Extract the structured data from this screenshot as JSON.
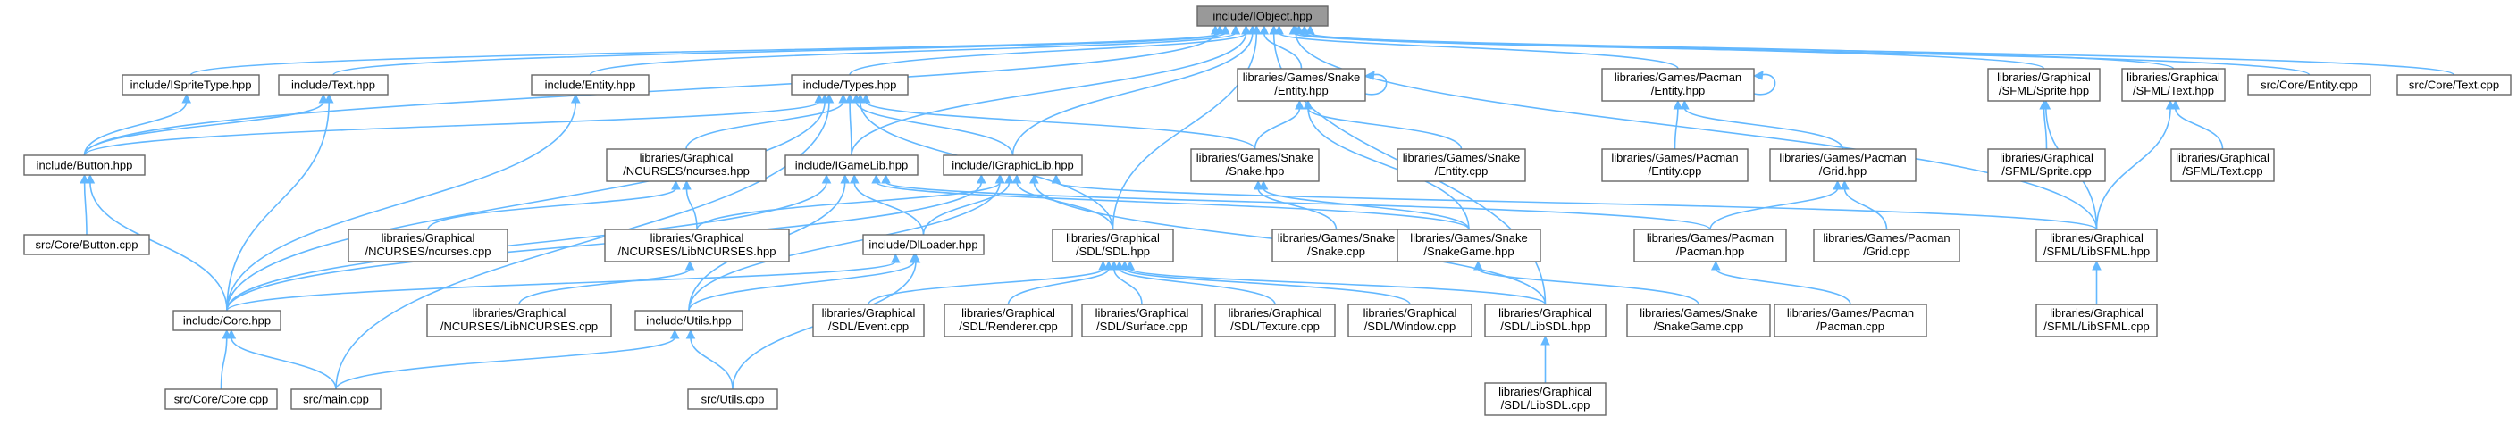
{
  "diagram": {
    "title": "",
    "edge_color": "#63b8ff",
    "node_fill": "#ffffff",
    "root_fill": "#999999",
    "node_border": "#666666",
    "nodes": [
      {
        "id": "iobject",
        "lines": [
          "include/IObject.hpp"
        ],
        "root": true
      },
      {
        "id": "ispritetype",
        "lines": [
          "include/ISpriteType.hpp"
        ]
      },
      {
        "id": "text_hpp",
        "lines": [
          "include/Text.hpp"
        ]
      },
      {
        "id": "entity_hpp",
        "lines": [
          "include/Entity.hpp"
        ]
      },
      {
        "id": "types_hpp",
        "lines": [
          "include/Types.hpp"
        ]
      },
      {
        "id": "snake_entity_hpp",
        "lines": [
          "libraries/Games/Snake",
          "/Entity.hpp"
        ]
      },
      {
        "id": "pacman_entity_hpp",
        "lines": [
          "libraries/Games/Pacman",
          "/Entity.hpp"
        ]
      },
      {
        "id": "sfml_sprite_hpp",
        "lines": [
          "libraries/Graphical",
          "/SFML/Sprite.hpp"
        ]
      },
      {
        "id": "sfml_text_hpp",
        "lines": [
          "libraries/Graphical",
          "/SFML/Text.hpp"
        ]
      },
      {
        "id": "src_entity_cpp",
        "lines": [
          "src/Core/Entity.cpp"
        ]
      },
      {
        "id": "src_text_cpp",
        "lines": [
          "src/Core/Text.cpp"
        ]
      },
      {
        "id": "button_hpp",
        "lines": [
          "include/Button.hpp"
        ]
      },
      {
        "id": "ncurses_hpp",
        "lines": [
          "libraries/Graphical",
          "/NCURSES/ncurses.hpp"
        ]
      },
      {
        "id": "igamelib_hpp",
        "lines": [
          "include/IGameLib.hpp"
        ]
      },
      {
        "id": "igraphiclib_hpp",
        "lines": [
          "include/IGraphicLib.hpp"
        ]
      },
      {
        "id": "snake_snake_hpp",
        "lines": [
          "libraries/Games/Snake",
          "/Snake.hpp"
        ]
      },
      {
        "id": "snake_entity_cpp",
        "lines": [
          "libraries/Games/Snake",
          "/Entity.cpp"
        ]
      },
      {
        "id": "pacman_entity_cpp",
        "lines": [
          "libraries/Games/Pacman",
          "/Entity.cpp"
        ]
      },
      {
        "id": "pacman_grid_hpp",
        "lines": [
          "libraries/Games/Pacman",
          "/Grid.hpp"
        ]
      },
      {
        "id": "sfml_sprite_cpp",
        "lines": [
          "libraries/Graphical",
          "/SFML/Sprite.cpp"
        ]
      },
      {
        "id": "sfml_text_cpp",
        "lines": [
          "libraries/Graphical",
          "/SFML/Text.cpp"
        ]
      },
      {
        "id": "button_cpp",
        "lines": [
          "src/Core/Button.cpp"
        ]
      },
      {
        "id": "ncurses_cpp",
        "lines": [
          "libraries/Graphical",
          "/NCURSES/ncurses.cpp"
        ]
      },
      {
        "id": "libncurses_hpp",
        "lines": [
          "libraries/Graphical",
          "/NCURSES/LibNCURSES.hpp"
        ]
      },
      {
        "id": "dlloader_hpp",
        "lines": [
          "include/DlLoader.hpp"
        ]
      },
      {
        "id": "sdl_hpp",
        "lines": [
          "libraries/Graphical",
          "/SDL/SDL.hpp"
        ]
      },
      {
        "id": "snake_snake_cpp",
        "lines": [
          "libraries/Games/Snake",
          "/Snake.cpp"
        ]
      },
      {
        "id": "snakegame_hpp",
        "lines": [
          "libraries/Games/Snake",
          "/SnakeGame.hpp"
        ]
      },
      {
        "id": "pacman_hpp",
        "lines": [
          "libraries/Games/Pacman",
          "/Pacman.hpp"
        ]
      },
      {
        "id": "grid_cpp",
        "lines": [
          "libraries/Games/Pacman",
          "/Grid.cpp"
        ]
      },
      {
        "id": "libsfml_hpp",
        "lines": [
          "libraries/Graphical",
          "/SFML/LibSFML.hpp"
        ]
      },
      {
        "id": "core_hpp",
        "lines": [
          "include/Core.hpp"
        ]
      },
      {
        "id": "libncurses_cpp",
        "lines": [
          "libraries/Graphical",
          "/NCURSES/LibNCURSES.cpp"
        ]
      },
      {
        "id": "utils_hpp",
        "lines": [
          "include/Utils.hpp"
        ]
      },
      {
        "id": "sdl_event_cpp",
        "lines": [
          "libraries/Graphical",
          "/SDL/Event.cpp"
        ]
      },
      {
        "id": "sdl_renderer_cpp",
        "lines": [
          "libraries/Graphical",
          "/SDL/Renderer.cpp"
        ]
      },
      {
        "id": "sdl_surface_cpp",
        "lines": [
          "libraries/Graphical",
          "/SDL/Surface.cpp"
        ]
      },
      {
        "id": "sdl_texture_cpp",
        "lines": [
          "libraries/Graphical",
          "/SDL/Texture.cpp"
        ]
      },
      {
        "id": "sdl_window_cpp",
        "lines": [
          "libraries/Graphical",
          "/SDL/Window.cpp"
        ]
      },
      {
        "id": "libsdl_hpp",
        "lines": [
          "libraries/Graphical",
          "/SDL/LibSDL.hpp"
        ]
      },
      {
        "id": "snakegame_cpp",
        "lines": [
          "libraries/Games/Snake",
          "/SnakeGame.cpp"
        ]
      },
      {
        "id": "pacman_cpp",
        "lines": [
          "libraries/Games/Pacman",
          "/Pacman.cpp"
        ]
      },
      {
        "id": "libsfml_cpp",
        "lines": [
          "libraries/Graphical",
          "/SFML/LibSFML.cpp"
        ]
      },
      {
        "id": "core_cpp",
        "lines": [
          "src/Core/Core.cpp"
        ]
      },
      {
        "id": "main_cpp",
        "lines": [
          "src/main.cpp"
        ]
      },
      {
        "id": "utils_cpp",
        "lines": [
          "src/Utils.cpp"
        ]
      },
      {
        "id": "libsdl_cpp",
        "lines": [
          "libraries/Graphical",
          "/SDL/LibSDL.cpp"
        ]
      }
    ],
    "edges": [
      [
        "iobject",
        "button_hpp"
      ],
      [
        "iobject",
        "ispritetype"
      ],
      [
        "iobject",
        "text_hpp"
      ],
      [
        "iobject",
        "entity_hpp"
      ],
      [
        "iobject",
        "types_hpp"
      ],
      [
        "iobject",
        "igamelib_hpp"
      ],
      [
        "iobject",
        "igraphiclib_hpp"
      ],
      [
        "iobject",
        "snake_entity_hpp"
      ],
      [
        "iobject",
        "sdl_hpp"
      ],
      [
        "iobject",
        "libsdl_hpp"
      ],
      [
        "iobject",
        "pacman_entity_hpp"
      ],
      [
        "iobject",
        "libsfml_hpp"
      ],
      [
        "iobject",
        "sfml_sprite_hpp"
      ],
      [
        "iobject",
        "sfml_text_hpp"
      ],
      [
        "iobject",
        "src_entity_cpp"
      ],
      [
        "iobject",
        "src_text_cpp"
      ],
      [
        "ispritetype",
        "button_hpp"
      ],
      [
        "text_hpp",
        "button_hpp"
      ],
      [
        "text_hpp",
        "core_hpp"
      ],
      [
        "entity_hpp",
        "core_hpp"
      ],
      [
        "types_hpp",
        "button_hpp"
      ],
      [
        "types_hpp",
        "core_hpp"
      ],
      [
        "types_hpp",
        "main_cpp"
      ],
      [
        "types_hpp",
        "ncurses_hpp"
      ],
      [
        "types_hpp",
        "igamelib_hpp"
      ],
      [
        "types_hpp",
        "igraphiclib_hpp"
      ],
      [
        "types_hpp",
        "snake_snake_hpp"
      ],
      [
        "types_hpp",
        "sdl_hpp"
      ],
      [
        "snake_entity_hpp",
        "snake_entity_hpp"
      ],
      [
        "snake_entity_hpp",
        "snake_snake_hpp"
      ],
      [
        "snake_entity_hpp",
        "snake_entity_cpp"
      ],
      [
        "snake_entity_hpp",
        "snakegame_hpp"
      ],
      [
        "pacman_entity_hpp",
        "pacman_entity_hpp"
      ],
      [
        "pacman_entity_hpp",
        "pacman_entity_cpp"
      ],
      [
        "pacman_entity_hpp",
        "pacman_grid_hpp"
      ],
      [
        "sfml_sprite_hpp",
        "sfml_sprite_cpp"
      ],
      [
        "sfml_sprite_hpp",
        "libsfml_hpp"
      ],
      [
        "sfml_text_hpp",
        "sfml_text_cpp"
      ],
      [
        "sfml_text_hpp",
        "libsfml_hpp"
      ],
      [
        "button_hpp",
        "button_cpp"
      ],
      [
        "button_hpp",
        "core_hpp"
      ],
      [
        "ncurses_hpp",
        "ncurses_cpp"
      ],
      [
        "ncurses_hpp",
        "libncurses_hpp"
      ],
      [
        "igamelib_hpp",
        "core_hpp"
      ],
      [
        "igamelib_hpp",
        "dlloader_hpp"
      ],
      [
        "igamelib_hpp",
        "utils_hpp"
      ],
      [
        "igamelib_hpp",
        "snakegame_hpp"
      ],
      [
        "igamelib_hpp",
        "pacman_hpp"
      ],
      [
        "igraphiclib_hpp",
        "core_hpp"
      ],
      [
        "igraphiclib_hpp",
        "libncurses_hpp"
      ],
      [
        "igraphiclib_hpp",
        "dlloader_hpp"
      ],
      [
        "igraphiclib_hpp",
        "sdl_hpp"
      ],
      [
        "igraphiclib_hpp",
        "utils_hpp"
      ],
      [
        "igraphiclib_hpp",
        "libsdl_hpp"
      ],
      [
        "igraphiclib_hpp",
        "libsfml_hpp"
      ],
      [
        "snake_snake_hpp",
        "snake_snake_cpp"
      ],
      [
        "snake_snake_hpp",
        "snakegame_hpp"
      ],
      [
        "pacman_grid_hpp",
        "pacman_hpp"
      ],
      [
        "pacman_grid_hpp",
        "grid_cpp"
      ],
      [
        "libncurses_hpp",
        "libncurses_cpp"
      ],
      [
        "dlloader_hpp",
        "core_hpp"
      ],
      [
        "dlloader_hpp",
        "utils_hpp"
      ],
      [
        "dlloader_hpp",
        "utils_cpp"
      ],
      [
        "sdl_hpp",
        "sdl_event_cpp"
      ],
      [
        "sdl_hpp",
        "sdl_renderer_cpp"
      ],
      [
        "sdl_hpp",
        "sdl_surface_cpp"
      ],
      [
        "sdl_hpp",
        "sdl_texture_cpp"
      ],
      [
        "sdl_hpp",
        "sdl_window_cpp"
      ],
      [
        "sdl_hpp",
        "libsdl_hpp"
      ],
      [
        "snakegame_hpp",
        "snakegame_cpp"
      ],
      [
        "pacman_hpp",
        "pacman_cpp"
      ],
      [
        "libsfml_hpp",
        "libsfml_cpp"
      ],
      [
        "core_hpp",
        "core_cpp"
      ],
      [
        "core_hpp",
        "main_cpp"
      ],
      [
        "utils_hpp",
        "main_cpp"
      ],
      [
        "utils_hpp",
        "utils_cpp"
      ],
      [
        "libsdl_hpp",
        "libsdl_cpp"
      ]
    ]
  }
}
